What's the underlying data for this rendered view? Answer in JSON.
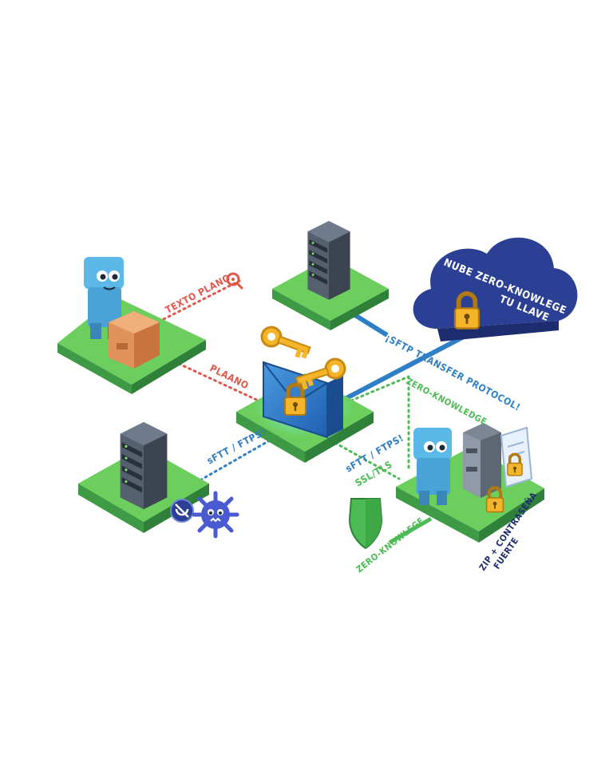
{
  "labels": {
    "texto_plano": "TEXTO PLANO",
    "plaano": "PLAANO",
    "sftt_ftps_left": "sFTT / FTPS!",
    "cloud_line1": "NUBE ZERO-KNOWLEGE",
    "cloud_line2": "TU LLAVE",
    "sftp_protocol": "¡SFTP TRANSFER PROTOCOL!",
    "zero_knowledge_top": "ZERO-KNOWLEDGE",
    "sftt_ftps_center": "sFTT / FTPS!",
    "ssl_tls": "SSL/TLS",
    "zero_knowlege_shield": "ZERO-KNOWLEGE",
    "zip_line1": "ZIP + CONTRASEÑA",
    "zip_line2": "FUERTE"
  },
  "icons": {
    "magnifier": "magnifier-icon",
    "padlock": "padlock-icon",
    "key": "key-icon",
    "shield": "shield-icon",
    "virus": "virus-icon",
    "server": "server-icon"
  },
  "colors": {
    "tile_top": "#6ccf5d",
    "tile_side": "#3e9a45",
    "plain_red": "#e0574a",
    "secure_blue": "#2f7fc7",
    "zero_green": "#4cbb55",
    "cloud_navy": "#2b3f94",
    "gold": "#f4b52a",
    "robot_blue": "#5bb8e8"
  }
}
